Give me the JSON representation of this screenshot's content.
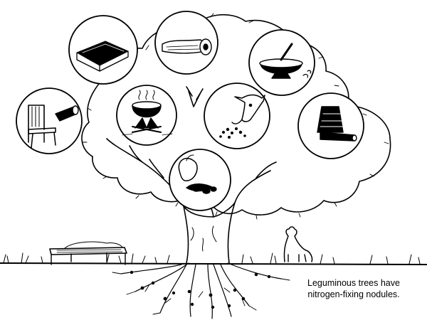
{
  "caption": {
    "line1": "Leguminous trees have",
    "line2": "nitrogen-fixing nodules."
  },
  "uses": [
    {
      "name": "book",
      "icon": "book-icon"
    },
    {
      "name": "paper",
      "icon": "paper-roll-icon"
    },
    {
      "name": "medicine",
      "icon": "mortar-pestle-icon"
    },
    {
      "name": "furniture",
      "icon": "chair-icon"
    },
    {
      "name": "fuel",
      "icon": "cooking-fire-icon"
    },
    {
      "name": "fodder",
      "icon": "cow-fodder-icon"
    },
    {
      "name": "charcoal",
      "icon": "charcoal-kiln-icon"
    },
    {
      "name": "fruit",
      "icon": "fruit-icon"
    }
  ],
  "colors": {
    "ink": "#000000",
    "paper": "#ffffff"
  }
}
